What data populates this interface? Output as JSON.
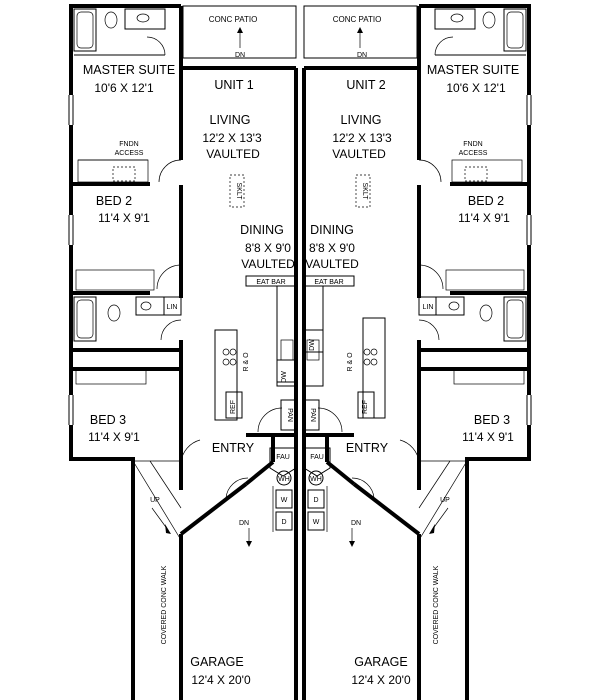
{
  "units": [
    {
      "unit_label": "UNIT 1",
      "patio": "CONC PATIO",
      "master": {
        "name": "MASTER SUITE",
        "dims": "10'6 X 12'1"
      },
      "fndn": [
        "FNDN",
        "ACCESS"
      ],
      "living": {
        "name": "LIVING",
        "dims": "12'2 X 13'3",
        "note": "VAULTED"
      },
      "sklt": "SKLT",
      "bed2": {
        "name": "BED 2",
        "dims": "11'4 X 9'1"
      },
      "dining": {
        "name": "DINING",
        "dims": "8'8 X 9'0",
        "note": "VAULTED"
      },
      "eat_bar": "EAT BAR",
      "lin": "LIN",
      "range_oven": "R & O",
      "ref": "REF",
      "dw": "DW",
      "pan": "PAN",
      "bed3": {
        "name": "BED 3",
        "dims": "11'4 X 9'1"
      },
      "entry": "ENTRY",
      "fau": "FAU",
      "wh": "WH",
      "washer": "W",
      "dryer": "D",
      "up": "UP",
      "dn": "DN",
      "walk": "COVERED CONC WALK",
      "garage": {
        "name": "GARAGE",
        "dims": "12'4 X 20'0"
      }
    },
    {
      "unit_label": "UNIT 2",
      "patio": "CONC PATIO",
      "master": {
        "name": "MASTER SUITE",
        "dims": "10'6 X 12'1"
      },
      "fndn": [
        "FNDN",
        "ACCESS"
      ],
      "living": {
        "name": "LIVING",
        "dims": "12'2 X 13'3",
        "note": "VAULTED"
      },
      "sklt": "SKLT",
      "bed2": {
        "name": "BED 2",
        "dims": "11'4 X 9'1"
      },
      "dining": {
        "name": "DINING",
        "dims": "8'8 X 9'0",
        "note": "VAULTED"
      },
      "eat_bar": "EAT BAR",
      "lin": "LIN",
      "range_oven": "R & O",
      "ref": "REF",
      "dw": "DW",
      "pan": "PAN",
      "bed3": {
        "name": "BED 3",
        "dims": "11'4 X 9'1"
      },
      "entry": "ENTRY",
      "fau": "FAU",
      "wh": "WH",
      "washer": "W",
      "dryer": "D",
      "up": "UP",
      "dn": "DN",
      "walk": "COVERED CONC WALK",
      "garage": {
        "name": "GARAGE",
        "dims": "12'4 X 20'0"
      }
    }
  ]
}
